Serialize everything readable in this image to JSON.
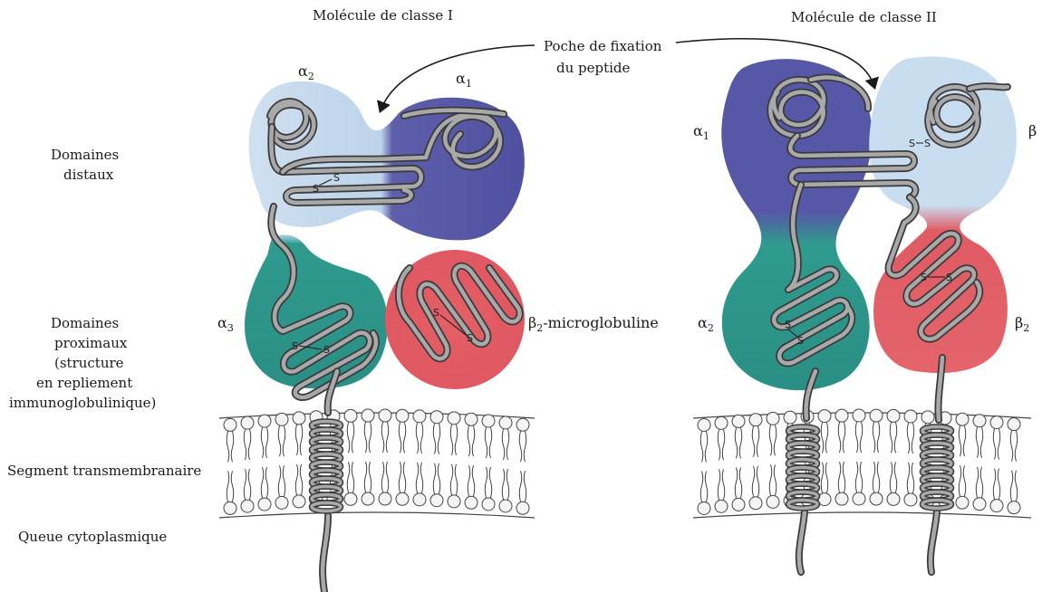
{
  "titles": {
    "class1": "Molécule de classe I",
    "class2": "Molécule de classe II"
  },
  "callout": {
    "line1": "Poche de fixation",
    "line2": "du peptide"
  },
  "left_labels": {
    "distal_1": "Domaines",
    "distal_2": "distaux",
    "proximal_1": "Domaines",
    "proximal_2": "proximaux",
    "proximal_3": "(structure",
    "proximal_4": "en repliement",
    "proximal_5": "immunoglobulinique)",
    "transmembrane": "Segment transmembranaire",
    "cytoplasmic": "Queue cytoplasmique"
  },
  "domains": {
    "c1_a2_base": "α",
    "c1_a2_sub": "2",
    "c1_a1_base": "α",
    "c1_a1_sub": "1",
    "c1_a3_base": "α",
    "c1_a3_sub": "3",
    "b2m_base": "β",
    "b2m_sub": "2",
    "b2m_rest": "-microglobuline",
    "c2_a1_base": "α",
    "c2_a1_sub": "1",
    "c2_b": "β",
    "c2_a2_base": "α",
    "c2_a2_sub": "2",
    "c2_b2_base": "β",
    "c2_b2_sub": "2"
  },
  "disulfide": "S",
  "colors": {
    "alpha_light": "#c8dcef",
    "alpha_dark": "#5a5ca8",
    "teal": "#2f9a8e",
    "red": "#e25a62",
    "chain_outline": "#3a3a3a",
    "chain_fill": "#a9a9a9",
    "membrane_line": "#444444"
  }
}
